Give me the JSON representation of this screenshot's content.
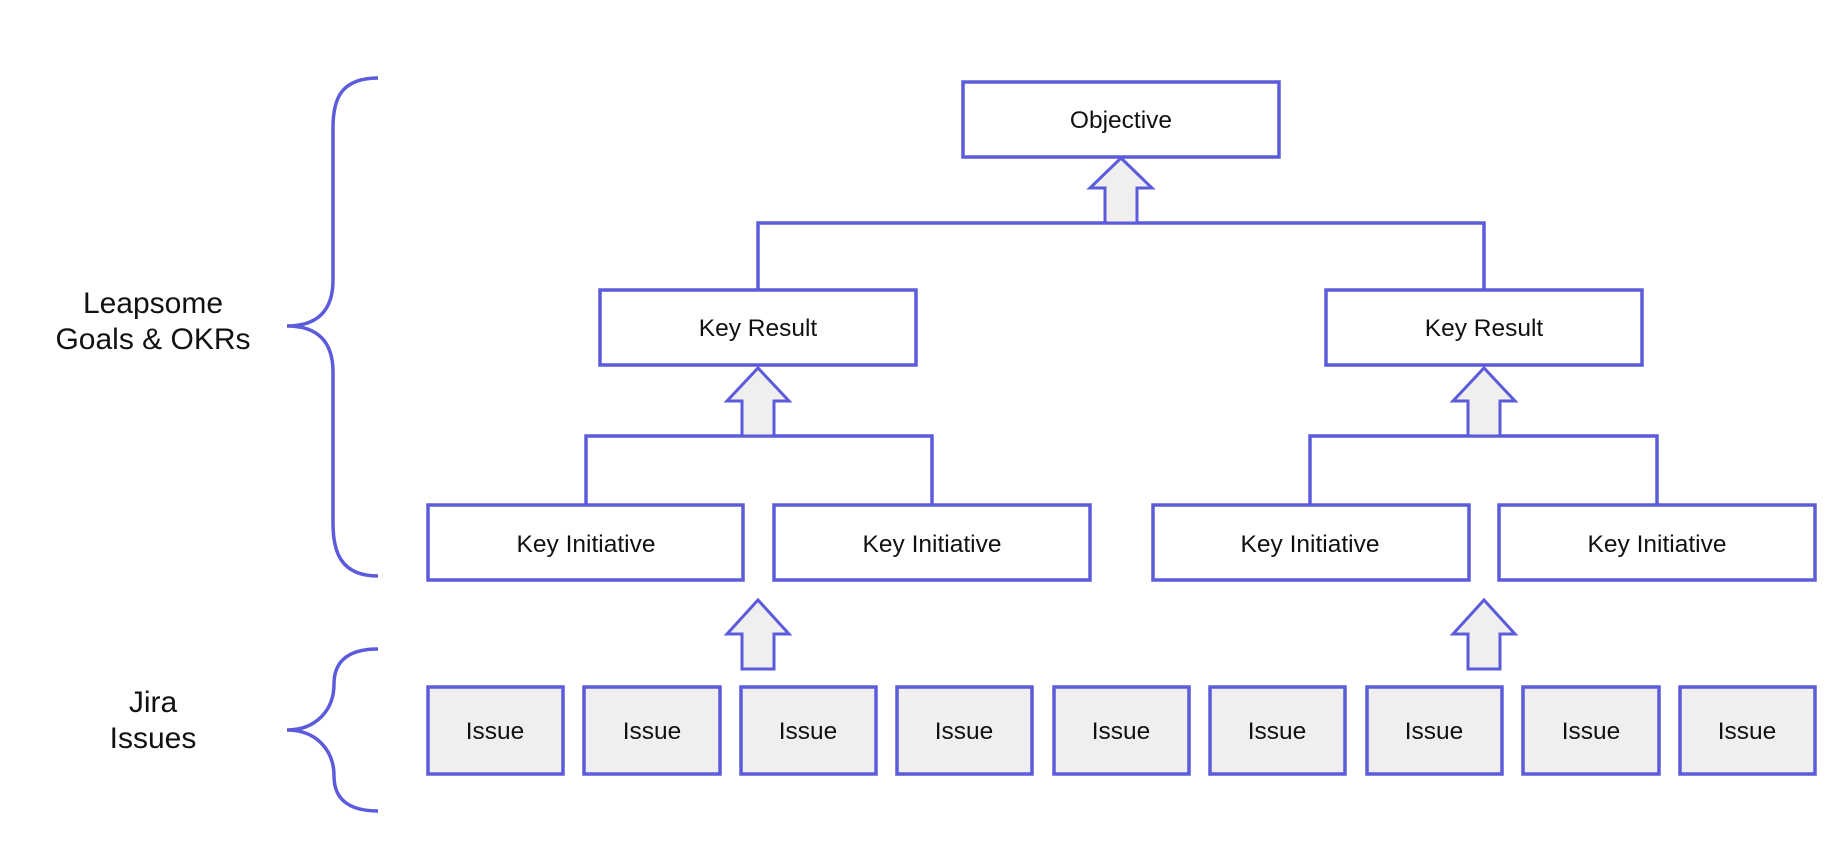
{
  "colors": {
    "stroke": "#5b5bdc",
    "white_fill": "#ffffff",
    "light_fill": "#efefef",
    "text": "#111111"
  },
  "side_labels": {
    "goals": [
      "Leapsome",
      "Goals & OKRs"
    ],
    "jira": [
      "Jira",
      "Issues"
    ]
  },
  "nodes": {
    "objective": "Objective",
    "key_results": [
      "Key Result",
      "Key Result"
    ],
    "key_initiatives": [
      "Key Initiative",
      "Key Initiative",
      "Key Initiative",
      "Key Initiative"
    ],
    "issues": [
      "Issue",
      "Issue",
      "Issue",
      "Issue",
      "Issue",
      "Issue",
      "Issue",
      "Issue",
      "Issue"
    ]
  }
}
